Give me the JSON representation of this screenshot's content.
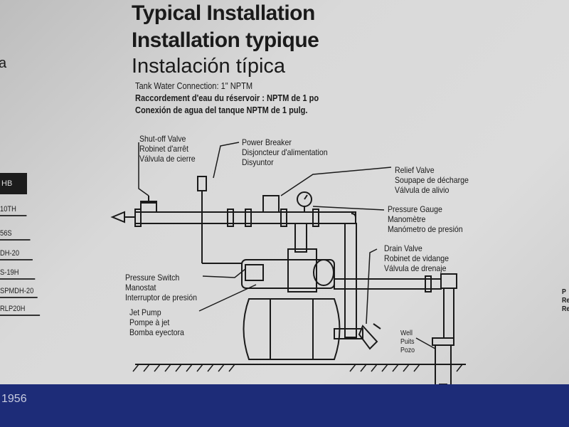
{
  "titles": {
    "en": "Typical Installation",
    "fr": "Installation typique",
    "es": "Instalación típica"
  },
  "connection": {
    "en": "Tank Water Connection: 1\" NPTM",
    "fr": "Raccordement d'eau du réservoir : NPTM de 1 po",
    "es": "Conexión de agua del tanque NPTM de 1 pulg."
  },
  "labels": {
    "shutoff": [
      "Shut-off Valve",
      "Robinet d'arrêt",
      "Válvula de cierre"
    ],
    "breaker": [
      "Power Breaker",
      "Disjoncteur d'alimentation",
      "Disyuntor"
    ],
    "relief": [
      "Relief Valve",
      "Soupape de décharge",
      "Válvula de alivio"
    ],
    "gauge": [
      "Pressure Gauge",
      "Manomètre",
      "Manómetro de presión"
    ],
    "drain": [
      "Drain Valve",
      "Robinet de vidange",
      "Válvula de drenaje"
    ],
    "switch": [
      "Pressure Switch",
      "Manostat",
      "Interruptor de presión"
    ],
    "pump": [
      "Jet Pump",
      "Pompe à jet",
      "Bomba eyectora"
    ],
    "well": [
      "Well",
      "Puits",
      "Pozo"
    ]
  },
  "left_panel": {
    "badge": "HB",
    "models": [
      "10TH",
      "56S",
      "DH-20",
      "S-19H",
      "SPMDH-20",
      "RLP20H"
    ],
    "left_edge_letter": "a"
  },
  "right_edge": [
    "P",
    "Re",
    "Re"
  ],
  "footer": {
    "number": "1956"
  }
}
